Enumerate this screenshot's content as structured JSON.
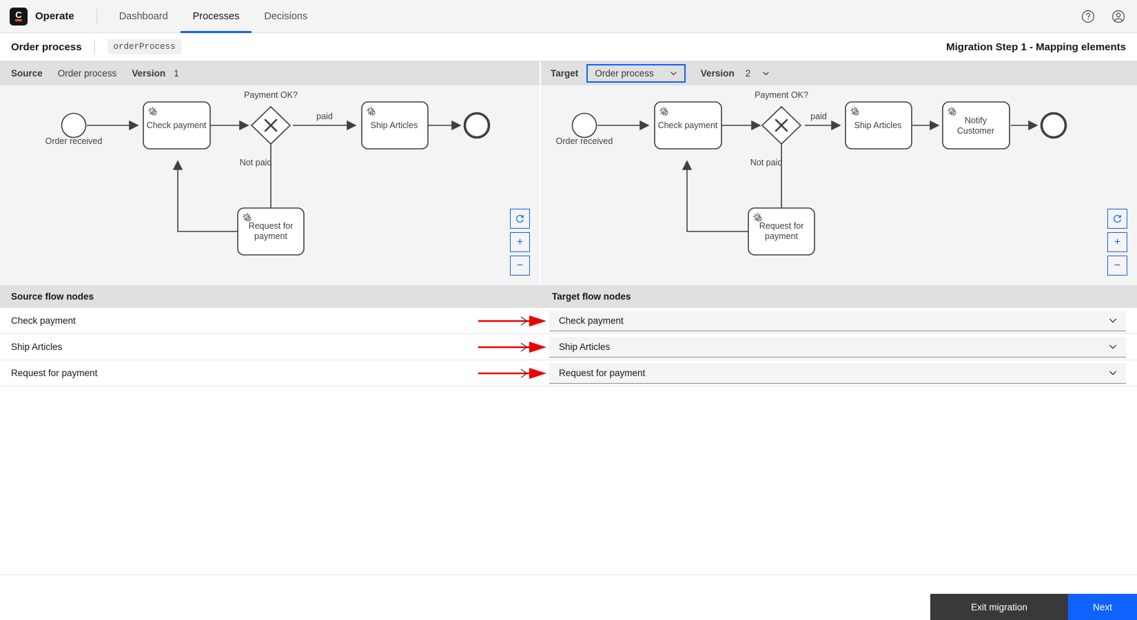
{
  "topnav": {
    "brand": "Operate",
    "logo_letter": "C",
    "links": [
      {
        "label": "Dashboard",
        "active": false
      },
      {
        "label": "Processes",
        "active": true
      },
      {
        "label": "Decisions",
        "active": false
      }
    ],
    "help_icon": "help-circle-icon",
    "user_icon": "user-avatar-icon",
    "accent_color": "#0f62fe"
  },
  "subheader": {
    "process_name": "Order process",
    "process_id": "orderProcess",
    "migration_title": "Migration Step 1 - Mapping elements"
  },
  "source_toolbar": {
    "label": "Source",
    "process_name": "Order process",
    "version_label": "Version",
    "version_value": "1"
  },
  "target_toolbar": {
    "label": "Target",
    "process_name": "Order process",
    "version_label": "Version",
    "version_value": "2",
    "focus_color": "#0f62fe"
  },
  "zoom_controls": {
    "reset_label": "reset-zoom-icon",
    "zoom_in_label": "+",
    "zoom_out_label": "−"
  },
  "source_diagram": {
    "start_event_label": "Order received",
    "gateway_label": "Payment OK?",
    "tasks": [
      {
        "name": "Check payment"
      },
      {
        "name": "Ship Articles"
      },
      {
        "name": "Request for payment"
      }
    ],
    "flow_labels": {
      "paid": "paid",
      "not_paid": "Not paid"
    }
  },
  "target_diagram": {
    "start_event_label": "Order received",
    "gateway_label": "Payment OK?",
    "tasks": [
      {
        "name": "Check payment"
      },
      {
        "name": "Ship Articles"
      },
      {
        "name": "Notify Customer"
      },
      {
        "name": "Request for payment"
      }
    ],
    "flow_labels": {
      "paid": "paid",
      "not_paid": "Not paid"
    }
  },
  "mapping": {
    "source_header": "Source flow nodes",
    "target_header": "Target flow nodes",
    "rows": [
      {
        "source": "Check payment",
        "target": "Check payment"
      },
      {
        "source": "Ship Articles",
        "target": "Ship Articles"
      },
      {
        "source": "Request for payment",
        "target": "Request for payment"
      }
    ],
    "annotation_color": "#ee0000"
  },
  "footer": {
    "exit_label": "Exit migration",
    "next_label": "Next",
    "exit_color": "#393939",
    "next_color": "#0f62fe"
  }
}
